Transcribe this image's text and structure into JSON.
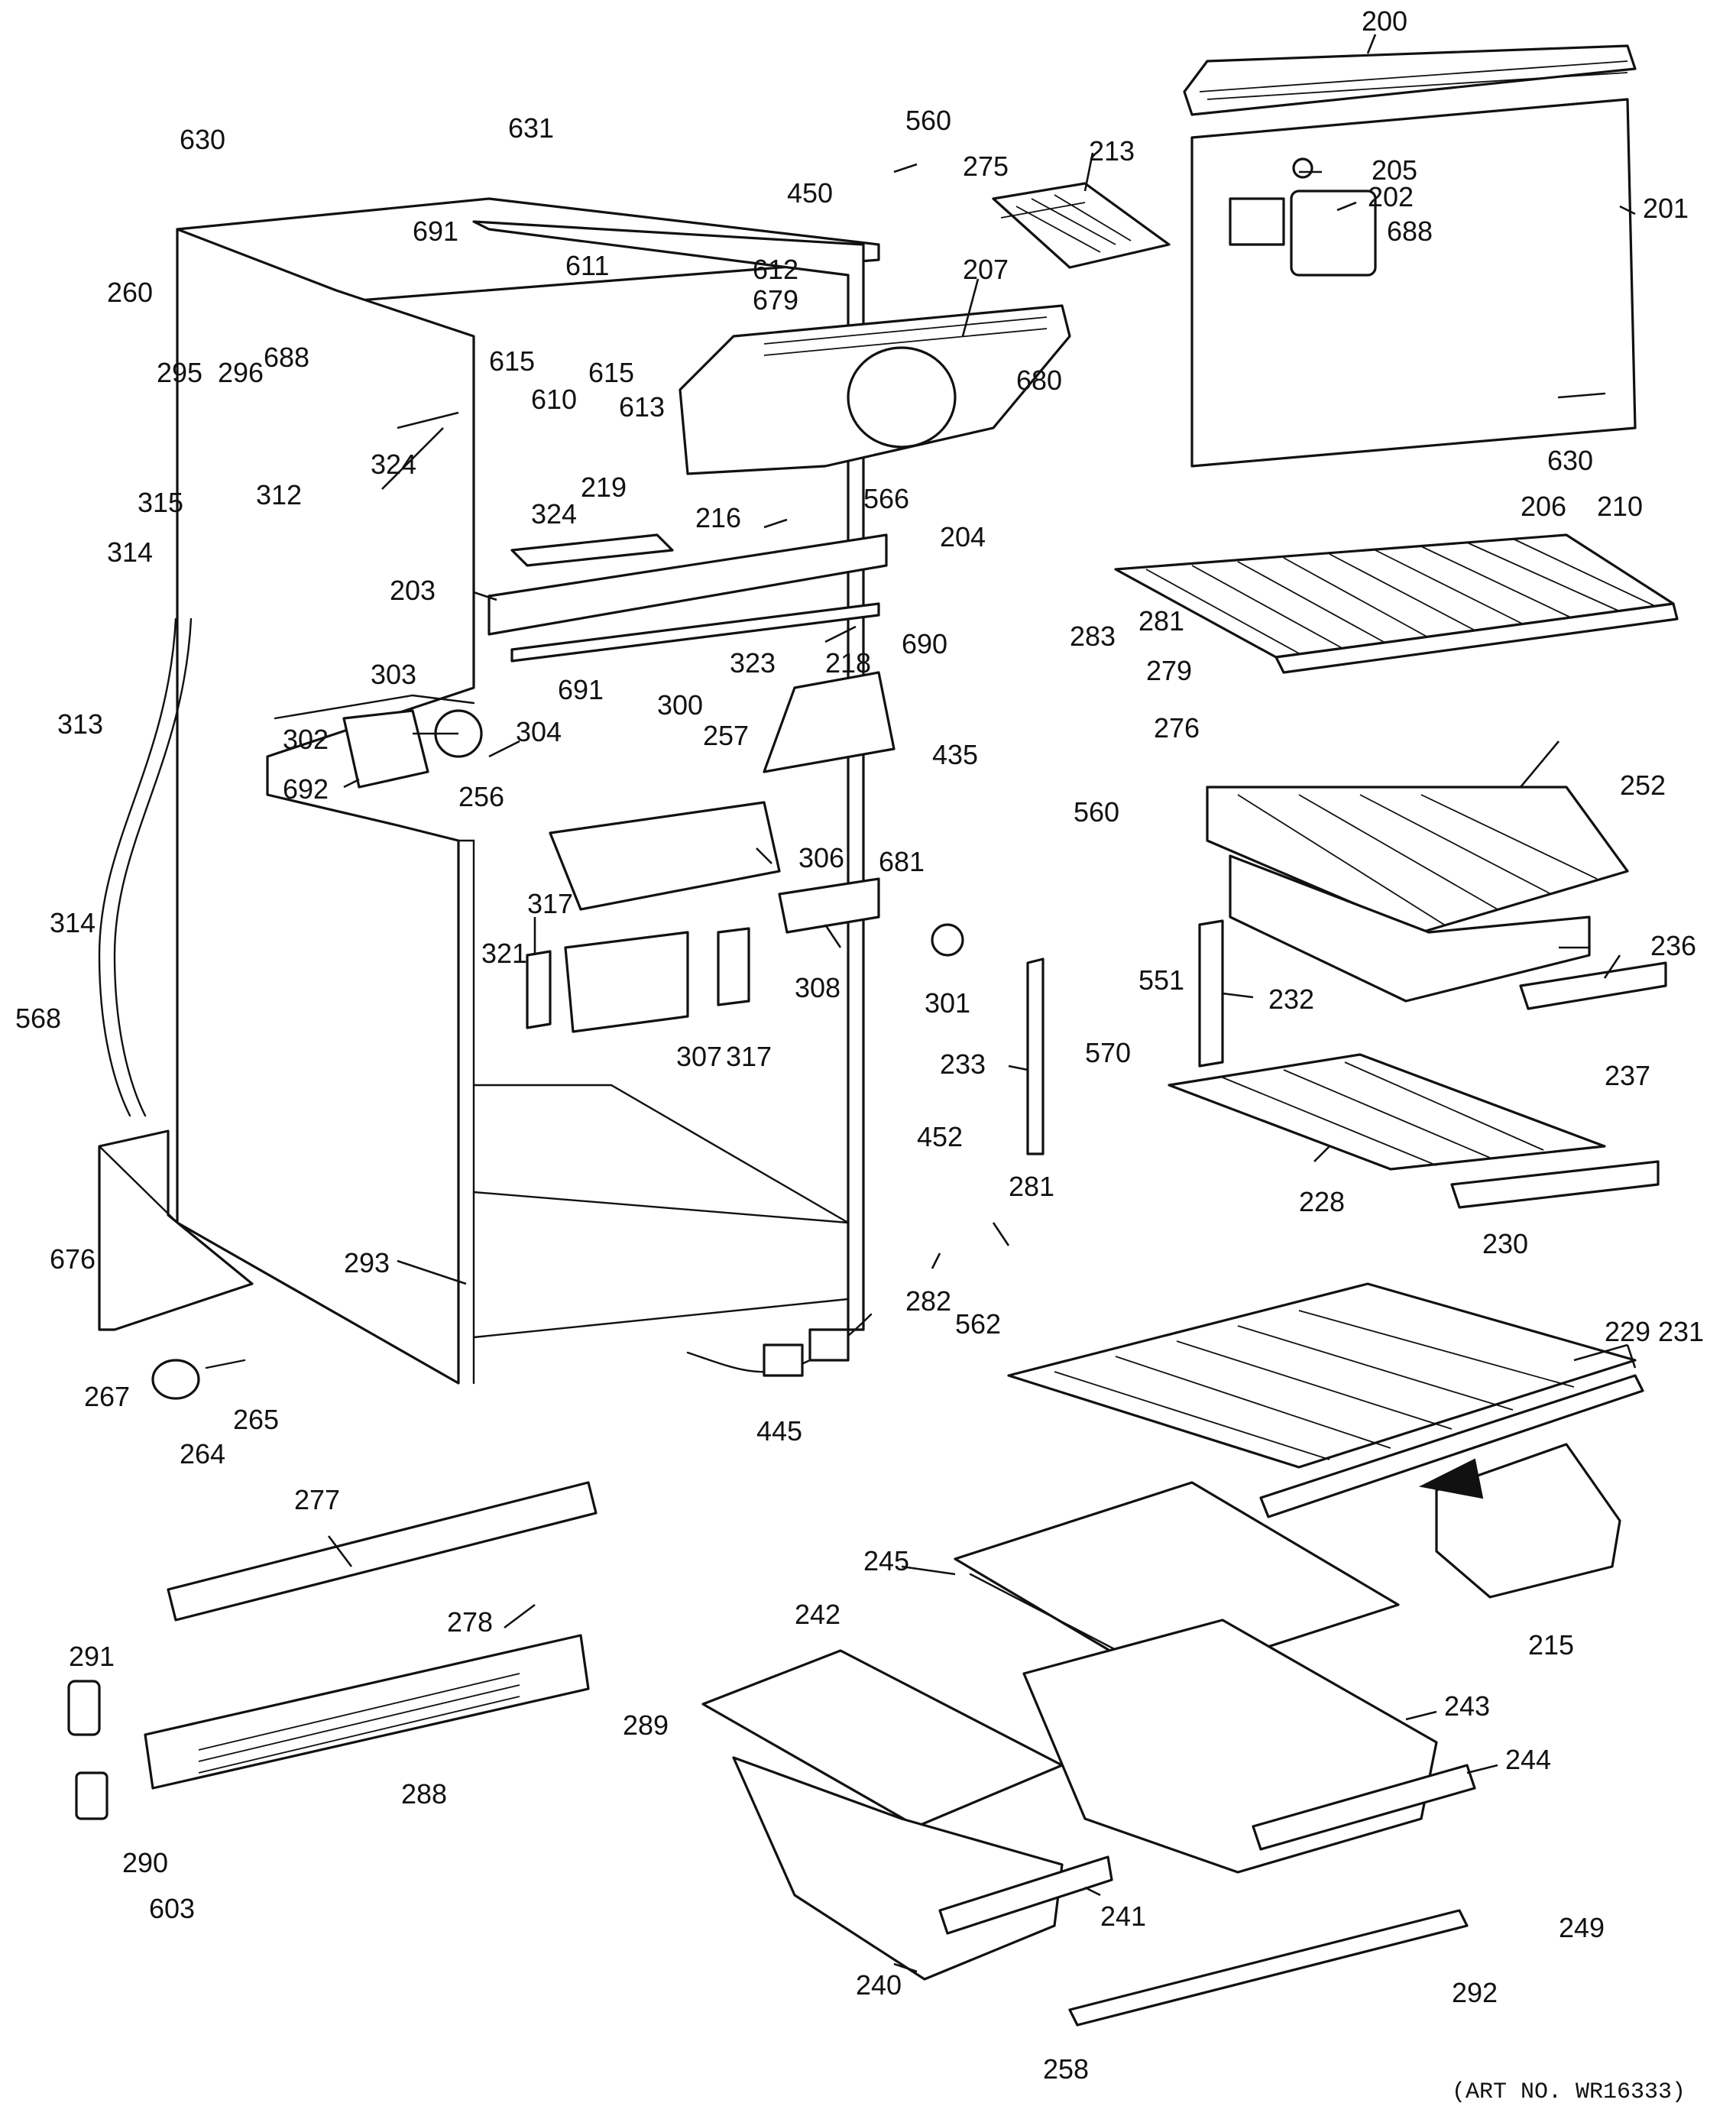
{
  "diagram": {
    "callouts": [
      {
        "id": "200",
        "label": "200"
      },
      {
        "id": "201",
        "label": "201"
      },
      {
        "id": "202",
        "label": "202"
      },
      {
        "id": "203",
        "label": "203"
      },
      {
        "id": "204",
        "label": "204"
      },
      {
        "id": "205",
        "label": "205"
      },
      {
        "id": "206",
        "label": "206"
      },
      {
        "id": "207",
        "label": "207"
      },
      {
        "id": "210",
        "label": "210"
      },
      {
        "id": "213",
        "label": "213"
      },
      {
        "id": "215",
        "label": "215"
      },
      {
        "id": "216",
        "label": "216"
      },
      {
        "id": "218",
        "label": "218"
      },
      {
        "id": "219",
        "label": "219"
      },
      {
        "id": "228",
        "label": "228"
      },
      {
        "id": "229",
        "label": "229"
      },
      {
        "id": "230",
        "label": "230"
      },
      {
        "id": "231",
        "label": "231"
      },
      {
        "id": "232",
        "label": "232"
      },
      {
        "id": "233",
        "label": "233"
      },
      {
        "id": "236",
        "label": "236"
      },
      {
        "id": "237",
        "label": "237"
      },
      {
        "id": "240",
        "label": "240"
      },
      {
        "id": "241",
        "label": "241"
      },
      {
        "id": "242",
        "label": "242"
      },
      {
        "id": "243",
        "label": "243"
      },
      {
        "id": "244",
        "label": "244"
      },
      {
        "id": "245",
        "label": "245"
      },
      {
        "id": "249",
        "label": "249"
      },
      {
        "id": "252",
        "label": "252"
      },
      {
        "id": "256",
        "label": "256"
      },
      {
        "id": "257",
        "label": "257"
      },
      {
        "id": "258",
        "label": "258"
      },
      {
        "id": "260",
        "label": "260"
      },
      {
        "id": "264",
        "label": "264"
      },
      {
        "id": "265",
        "label": "265"
      },
      {
        "id": "267",
        "label": "267"
      },
      {
        "id": "275",
        "label": "275"
      },
      {
        "id": "276",
        "label": "276"
      },
      {
        "id": "277",
        "label": "277"
      },
      {
        "id": "278",
        "label": "278"
      },
      {
        "id": "279",
        "label": "279"
      },
      {
        "id": "281a",
        "label": "281"
      },
      {
        "id": "281b",
        "label": "281"
      },
      {
        "id": "282",
        "label": "282"
      },
      {
        "id": "283",
        "label": "283"
      },
      {
        "id": "288",
        "label": "288"
      },
      {
        "id": "289",
        "label": "289"
      },
      {
        "id": "290",
        "label": "290"
      },
      {
        "id": "291",
        "label": "291"
      },
      {
        "id": "292",
        "label": "292"
      },
      {
        "id": "293",
        "label": "293"
      },
      {
        "id": "295",
        "label": "295"
      },
      {
        "id": "296",
        "label": "296"
      },
      {
        "id": "300",
        "label": "300"
      },
      {
        "id": "301",
        "label": "301"
      },
      {
        "id": "302",
        "label": "302"
      },
      {
        "id": "303",
        "label": "303"
      },
      {
        "id": "304",
        "label": "304"
      },
      {
        "id": "306",
        "label": "306"
      },
      {
        "id": "307",
        "label": "307"
      },
      {
        "id": "308",
        "label": "308"
      },
      {
        "id": "312",
        "label": "312"
      },
      {
        "id": "313",
        "label": "313"
      },
      {
        "id": "314a",
        "label": "314"
      },
      {
        "id": "314b",
        "label": "314"
      },
      {
        "id": "315",
        "label": "315"
      },
      {
        "id": "317a",
        "label": "317"
      },
      {
        "id": "317b",
        "label": "317"
      },
      {
        "id": "321",
        "label": "321"
      },
      {
        "id": "323",
        "label": "323"
      },
      {
        "id": "324a",
        "label": "324"
      },
      {
        "id": "324b",
        "label": "324"
      },
      {
        "id": "435",
        "label": "435"
      },
      {
        "id": "445",
        "label": "445"
      },
      {
        "id": "450",
        "label": "450"
      },
      {
        "id": "452",
        "label": "452"
      },
      {
        "id": "551",
        "label": "551"
      },
      {
        "id": "560a",
        "label": "560"
      },
      {
        "id": "560b",
        "label": "560"
      },
      {
        "id": "562",
        "label": "562"
      },
      {
        "id": "566",
        "label": "566"
      },
      {
        "id": "568",
        "label": "568"
      },
      {
        "id": "570",
        "label": "570"
      },
      {
        "id": "603",
        "label": "603"
      },
      {
        "id": "610",
        "label": "610"
      },
      {
        "id": "611",
        "label": "611"
      },
      {
        "id": "612",
        "label": "612"
      },
      {
        "id": "613",
        "label": "613"
      },
      {
        "id": "615a",
        "label": "615"
      },
      {
        "id": "615b",
        "label": "615"
      },
      {
        "id": "630a",
        "label": "630"
      },
      {
        "id": "630b",
        "label": "630"
      },
      {
        "id": "631",
        "label": "631"
      },
      {
        "id": "676",
        "label": "676"
      },
      {
        "id": "679",
        "label": "679"
      },
      {
        "id": "680",
        "label": "680"
      },
      {
        "id": "681",
        "label": "681"
      },
      {
        "id": "688a",
        "label": "688"
      },
      {
        "id": "688b",
        "label": "688"
      },
      {
        "id": "690",
        "label": "690"
      },
      {
        "id": "691a",
        "label": "691"
      },
      {
        "id": "691b",
        "label": "691"
      },
      {
        "id": "692",
        "label": "692"
      }
    ],
    "art_number": "(ART NO. WR16333)"
  }
}
